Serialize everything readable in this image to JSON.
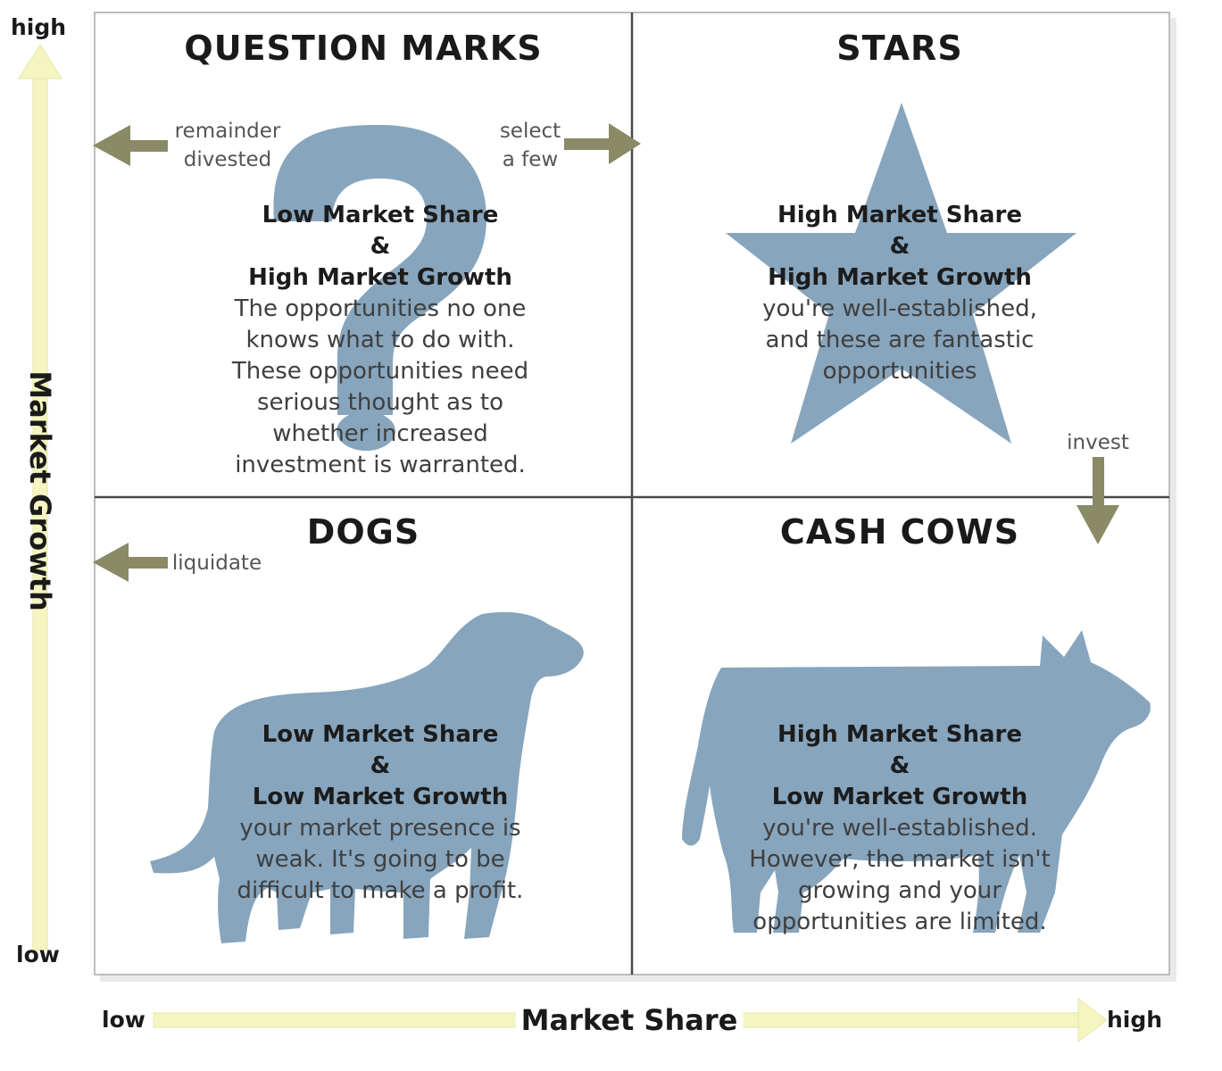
{
  "axes": {
    "y_title": "Market Growth",
    "y_high": "high",
    "y_low": "low",
    "x_title": "Market Share",
    "x_low": "low",
    "x_high": "high"
  },
  "quadrants": {
    "question_marks": {
      "title": "QUESTION MARKS",
      "share": "Low Market Share",
      "amp": "&",
      "growth": "High Market Growth",
      "desc": [
        "The opportunities no one",
        "knows what to do with.",
        "These opportunities need",
        "serious thought as to",
        "whether increased",
        "investment is warranted."
      ]
    },
    "stars": {
      "title": "STARS",
      "share": "High Market Share",
      "amp": "&",
      "growth": "High Market Growth",
      "desc": [
        "you're well-established,",
        "and these are fantastic",
        "opportunities"
      ]
    },
    "dogs": {
      "title": "DOGS",
      "share": "Low Market Share",
      "amp": "&",
      "growth": "Low Market Growth",
      "desc": [
        "your market presence is",
        "weak. It's going to be",
        "difficult to make a profit."
      ]
    },
    "cash_cows": {
      "title": "CASH COWS",
      "share": "High Market Share",
      "amp": "&",
      "growth": "Low Market Growth",
      "desc": [
        "you're well-established.",
        "However, the market isn't",
        "growing and your",
        "opportunities are limited."
      ]
    }
  },
  "arrows": {
    "divest": [
      "remainder",
      "divested"
    ],
    "select": [
      "select",
      "a few"
    ],
    "liquidate": "liquidate",
    "invest": "invest"
  },
  "icons": [
    "question-mark-icon",
    "star-icon",
    "dog-icon",
    "cow-icon"
  ],
  "colors": {
    "icon_fill": "#87a5bd",
    "arrow_fill": "#8a8a66",
    "axis_arrow_fill": "#f5f5c2",
    "grid_line": "#4a4a4a"
  }
}
